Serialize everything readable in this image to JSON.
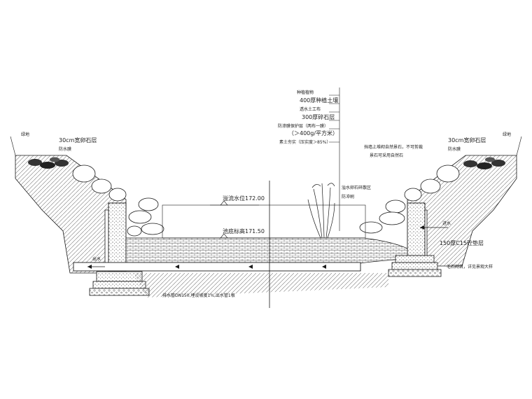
{
  "labels": {
    "grass_left": "绿地",
    "grass_right": "绿地",
    "pebble_left": "30cm宽卵石层",
    "pebble_right": "30cm宽卵石层",
    "membrane_left": "防水膜",
    "membrane_right": "防水膜",
    "overflow_level": "溢流水位172.00",
    "pond_bottom_level": "池底标高171.50",
    "outflow": "出水",
    "inflow": "进水",
    "pipe_note": "排水管DN150,埋设坡度1%,出水管1根",
    "concrete_base": "150厚C15砼垫层",
    "rockfill_note": "毛石砌筑，详见景观大样",
    "plant_edge_1": "挡墙上堆砌自然景石，不可剪裁",
    "plant_edge_2": "景石可采用自然石",
    "rock_protect_1": "溢水卵石碎散区",
    "rock_protect_2": "防冲刷"
  },
  "layer_callout": {
    "items": [
      "种植植物",
      "400厚种植土壤",
      "透水土工布",
      "300厚碎石层",
      "防渗膜保护层（两布一膜）",
      "（＞400g/平方米）",
      "素土夯实（压实度＞85%）"
    ]
  },
  "colors": {
    "line": "#1a1a1a",
    "hatch": "#555555",
    "paper": "#ffffff"
  }
}
